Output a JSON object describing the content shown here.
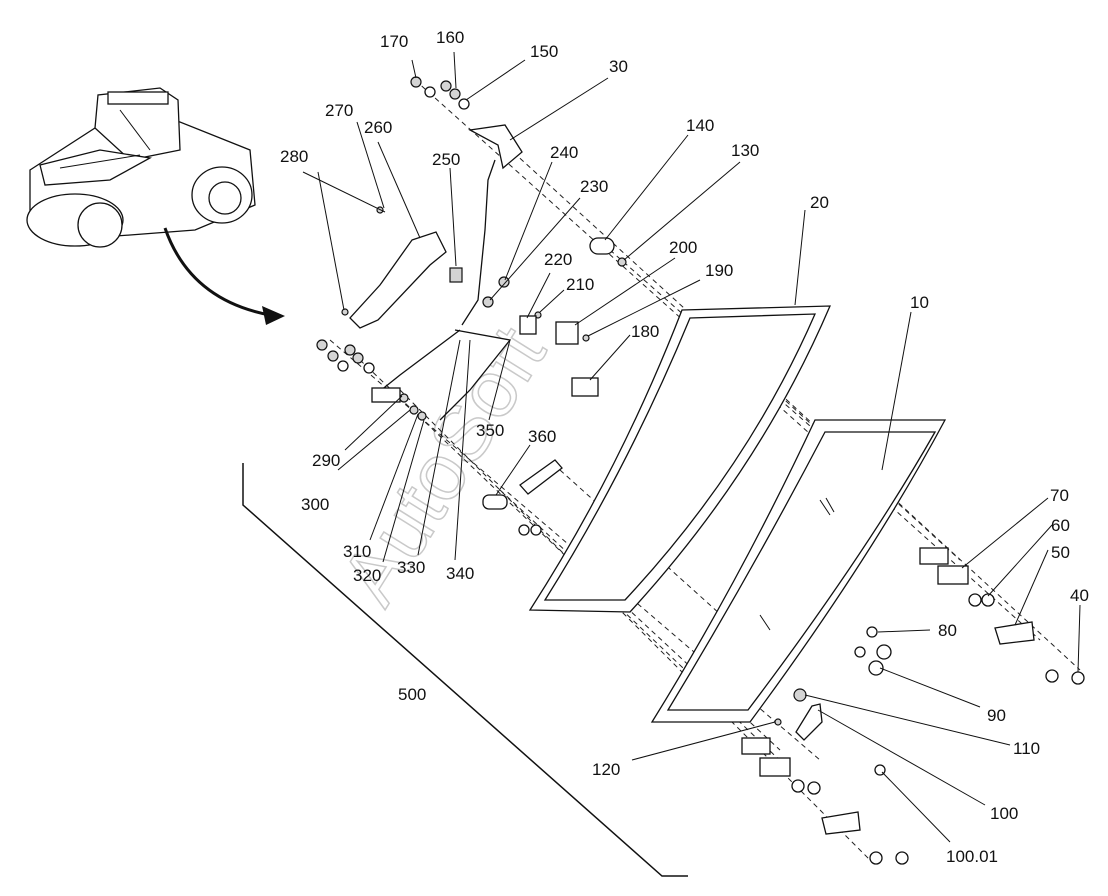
{
  "watermark": "AutoSoft",
  "assembly_label": "500",
  "callouts": [
    {
      "id": "c170",
      "text": "170"
    },
    {
      "id": "c160",
      "text": "160"
    },
    {
      "id": "c150",
      "text": "150"
    },
    {
      "id": "c30",
      "text": "30"
    },
    {
      "id": "c270",
      "text": "270"
    },
    {
      "id": "c260",
      "text": "260"
    },
    {
      "id": "c280",
      "text": "280"
    },
    {
      "id": "c250",
      "text": "250"
    },
    {
      "id": "c240",
      "text": "240"
    },
    {
      "id": "c230",
      "text": "230"
    },
    {
      "id": "c140",
      "text": "140"
    },
    {
      "id": "c130",
      "text": "130"
    },
    {
      "id": "c20",
      "text": "20"
    },
    {
      "id": "c200",
      "text": "200"
    },
    {
      "id": "c220",
      "text": "220"
    },
    {
      "id": "c210",
      "text": "210"
    },
    {
      "id": "c190",
      "text": "190"
    },
    {
      "id": "c10",
      "text": "10"
    },
    {
      "id": "c180",
      "text": "180"
    },
    {
      "id": "c350",
      "text": "350"
    },
    {
      "id": "c360",
      "text": "360"
    },
    {
      "id": "c290",
      "text": "290"
    },
    {
      "id": "c300",
      "text": "300"
    },
    {
      "id": "c310",
      "text": "310"
    },
    {
      "id": "c320",
      "text": "320"
    },
    {
      "id": "c330",
      "text": "330"
    },
    {
      "id": "c340",
      "text": "340"
    },
    {
      "id": "c70",
      "text": "70"
    },
    {
      "id": "c60",
      "text": "60"
    },
    {
      "id": "c50",
      "text": "50"
    },
    {
      "id": "c40",
      "text": "40"
    },
    {
      "id": "c80",
      "text": "80"
    },
    {
      "id": "c90",
      "text": "90"
    },
    {
      "id": "c110",
      "text": "110"
    },
    {
      "id": "c120",
      "text": "120"
    },
    {
      "id": "c100",
      "text": "100"
    },
    {
      "id": "c100_01",
      "text": "100.01"
    }
  ]
}
